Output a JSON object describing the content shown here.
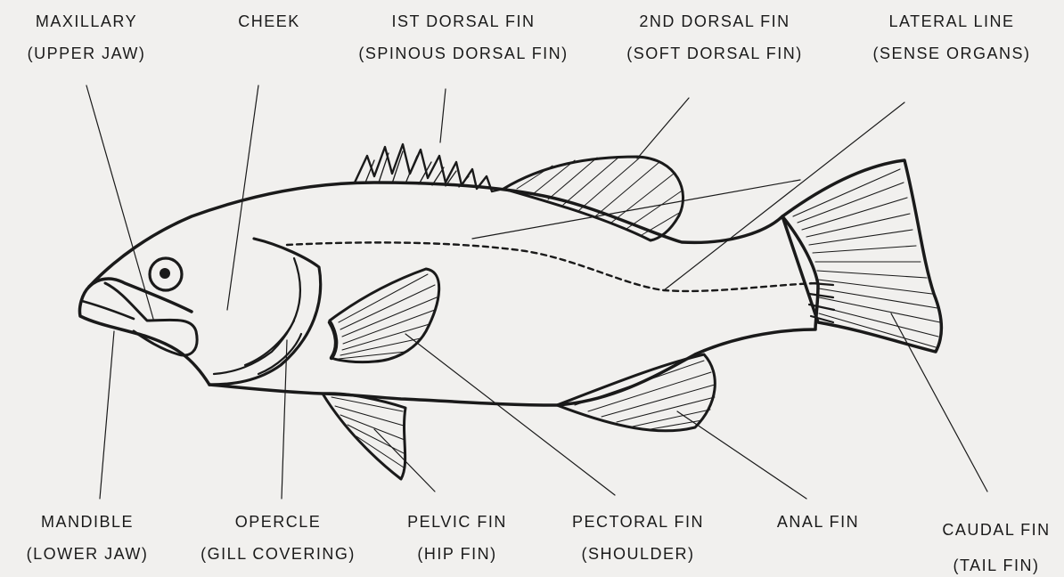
{
  "colors": {
    "background": "#f1f0ee",
    "ink": "#1a1a1a"
  },
  "labels": {
    "maxillary": {
      "name": "MAXILLARY",
      "note": "(UPPER JAW)"
    },
    "cheek": {
      "name": "CHEEK"
    },
    "dorsal1": {
      "name": "IST DORSAL FIN",
      "note": "(SPINOUS DORSAL FIN)"
    },
    "dorsal2": {
      "name": "2ND DORSAL FIN",
      "note": "(SOFT DORSAL FIN)"
    },
    "lateral": {
      "name": "LATERAL LINE",
      "note": "(SENSE ORGANS)"
    },
    "mandible": {
      "name": "MANDIBLE",
      "note": "(LOWER JAW)"
    },
    "opercle": {
      "name": "OPERCLE",
      "note": "(GILL COVERING)"
    },
    "pelvic": {
      "name": "PELVIC FIN",
      "note": "(HIP FIN)"
    },
    "pectoral": {
      "name": "PECTORAL FIN",
      "note": "(SHOULDER)"
    },
    "anal": {
      "name": "ANAL FIN"
    },
    "caudal": {
      "name": "CAUDAL FIN",
      "note": "(TAIL FIN)"
    }
  }
}
